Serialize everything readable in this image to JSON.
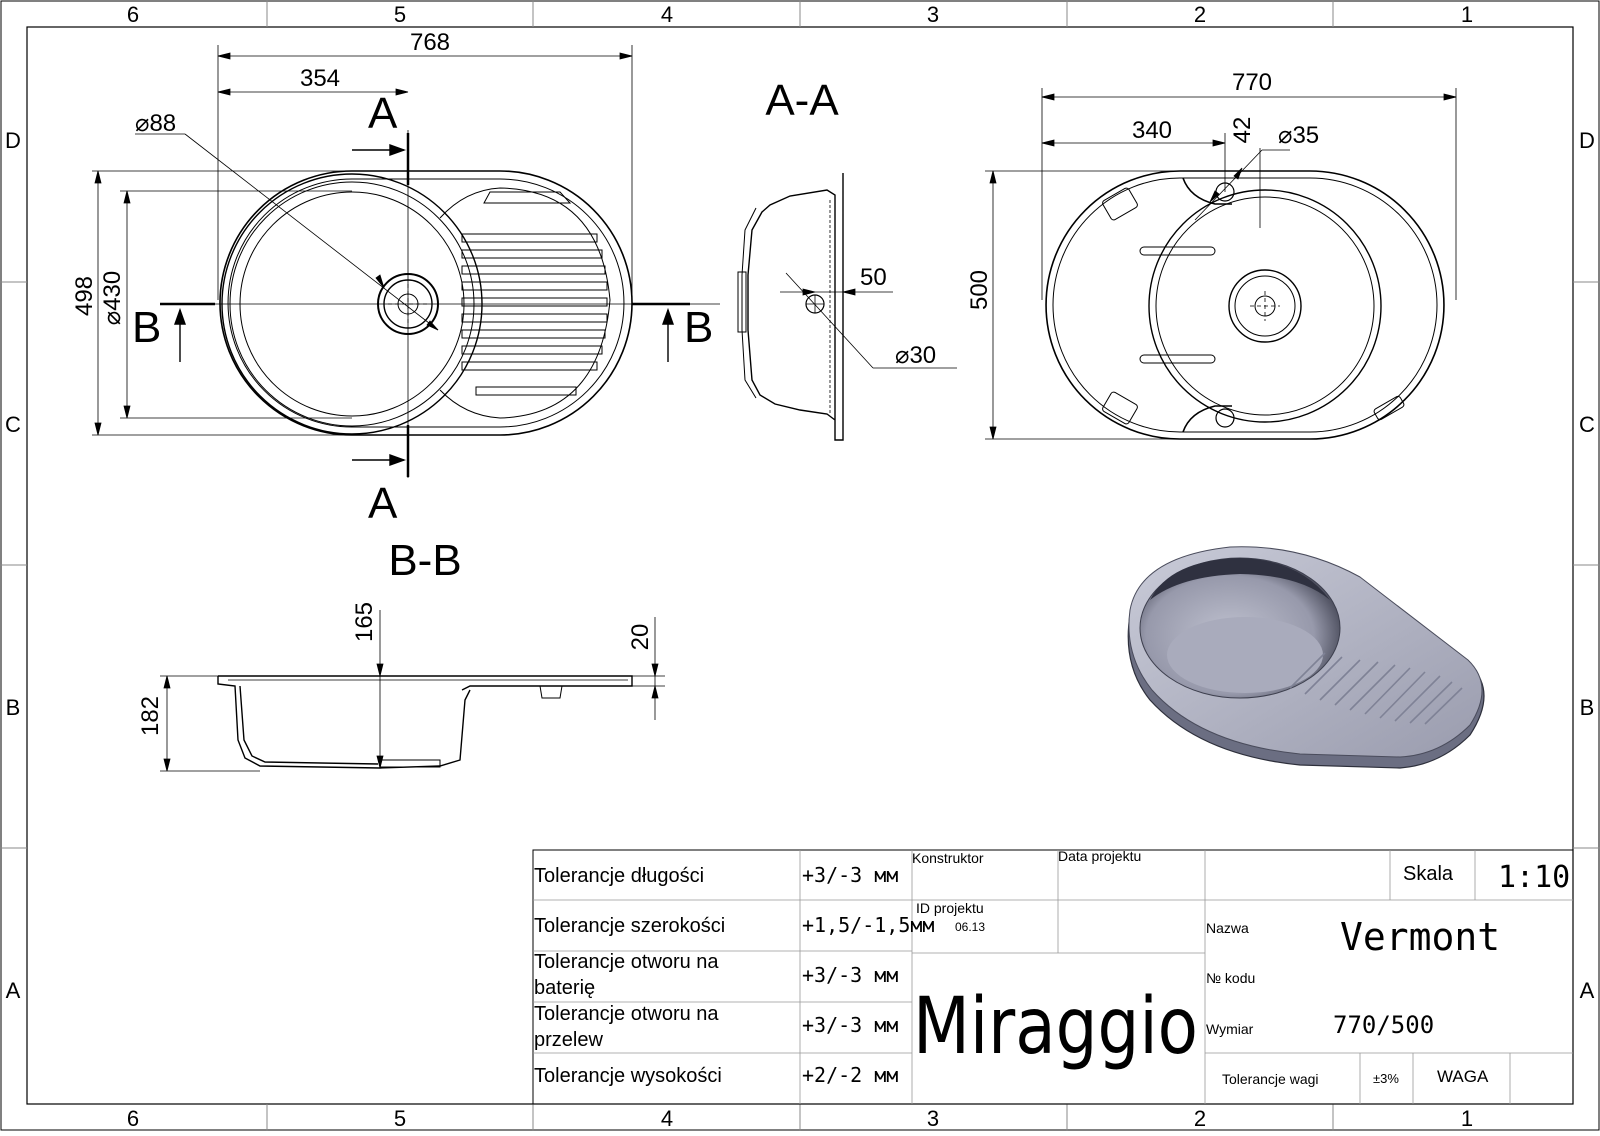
{
  "frame": {
    "columns": [
      "6",
      "5",
      "4",
      "3",
      "2",
      "1"
    ],
    "rows": [
      "D",
      "C",
      "B",
      "A"
    ]
  },
  "view_top": {
    "dims": {
      "total_length": "768",
      "bowl_offset": "354",
      "drain_diameter": "⌀88",
      "overall_width": "498",
      "bowl_diameter": "⌀430"
    },
    "section_a": "A",
    "section_b": "B"
  },
  "view_aa": {
    "title": "A-A",
    "dims": {
      "overflow_offset": "50",
      "overflow_diameter": "⌀30"
    }
  },
  "view_bottom": {
    "dims": {
      "total_length": "770",
      "tap_offset": "340",
      "tap_edge": "42",
      "tap_diameter": "⌀35",
      "width": "500"
    }
  },
  "view_bb": {
    "title": "B-B",
    "dims": {
      "bowl_depth": "165",
      "rim_height": "20",
      "total_height": "182"
    }
  },
  "title_block": {
    "tolerances": [
      {
        "label": "Tolerancje długości",
        "value": "+3/-3 мм"
      },
      {
        "label": "Tolerancje szerokości",
        "value": "+1,5/-1,5мм"
      },
      {
        "label": "Tolerancje otworu na baterię",
        "value": "+3/-3 мм"
      },
      {
        "label": "Tolerancje otworu na przelew",
        "value": "+3/-3 мм"
      },
      {
        "label": "Tolerancje wysokości",
        "value": "+2/-2 мм"
      }
    ],
    "konstruktor_label": "Konstruktor",
    "data_projektu_label": "Data projektu",
    "id_projektu_label": "ID projektu",
    "id_projektu_value": "06.13",
    "brand": "Miraggio",
    "skala_label": "Skala",
    "skala_value": "1:10",
    "nazwa_label": "Nazwa",
    "nazwa_value": "Vermont",
    "kod_label": "№ kodu",
    "wymiar_label": "Wymiar",
    "wymiar_value": "770/500",
    "tolerancje_wagi_label": "Tolerancje wagi",
    "tolerancje_wagi_value": "±3%",
    "waga_label": "WAGA"
  }
}
